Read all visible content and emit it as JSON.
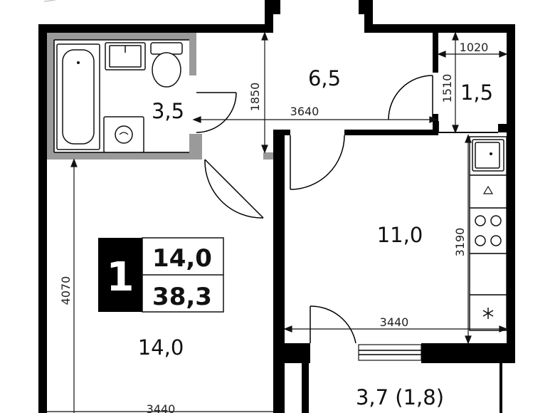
{
  "plan": {
    "rooms": {
      "living": "14,0",
      "kitchen": "11,0",
      "hall": "6,5",
      "bathroom": "3,5",
      "storage": "1,5",
      "balcony": "3,7 (1,8)"
    },
    "dimensions": {
      "hall_width": "3640",
      "bath_height": "1850",
      "storage_width": "1020",
      "storage_height": "1510",
      "living_height": "4070",
      "living_width": "3440",
      "kitchen_height": "3190",
      "kitchen_width": "3440"
    },
    "badge": {
      "rooms": "1",
      "living_area": "14,0",
      "total_area": "38,3"
    },
    "colors": {
      "wall": "#000000",
      "wet_zone": "#9a9a9a",
      "badge_dark": "#000000",
      "background": "#ffffff"
    }
  }
}
